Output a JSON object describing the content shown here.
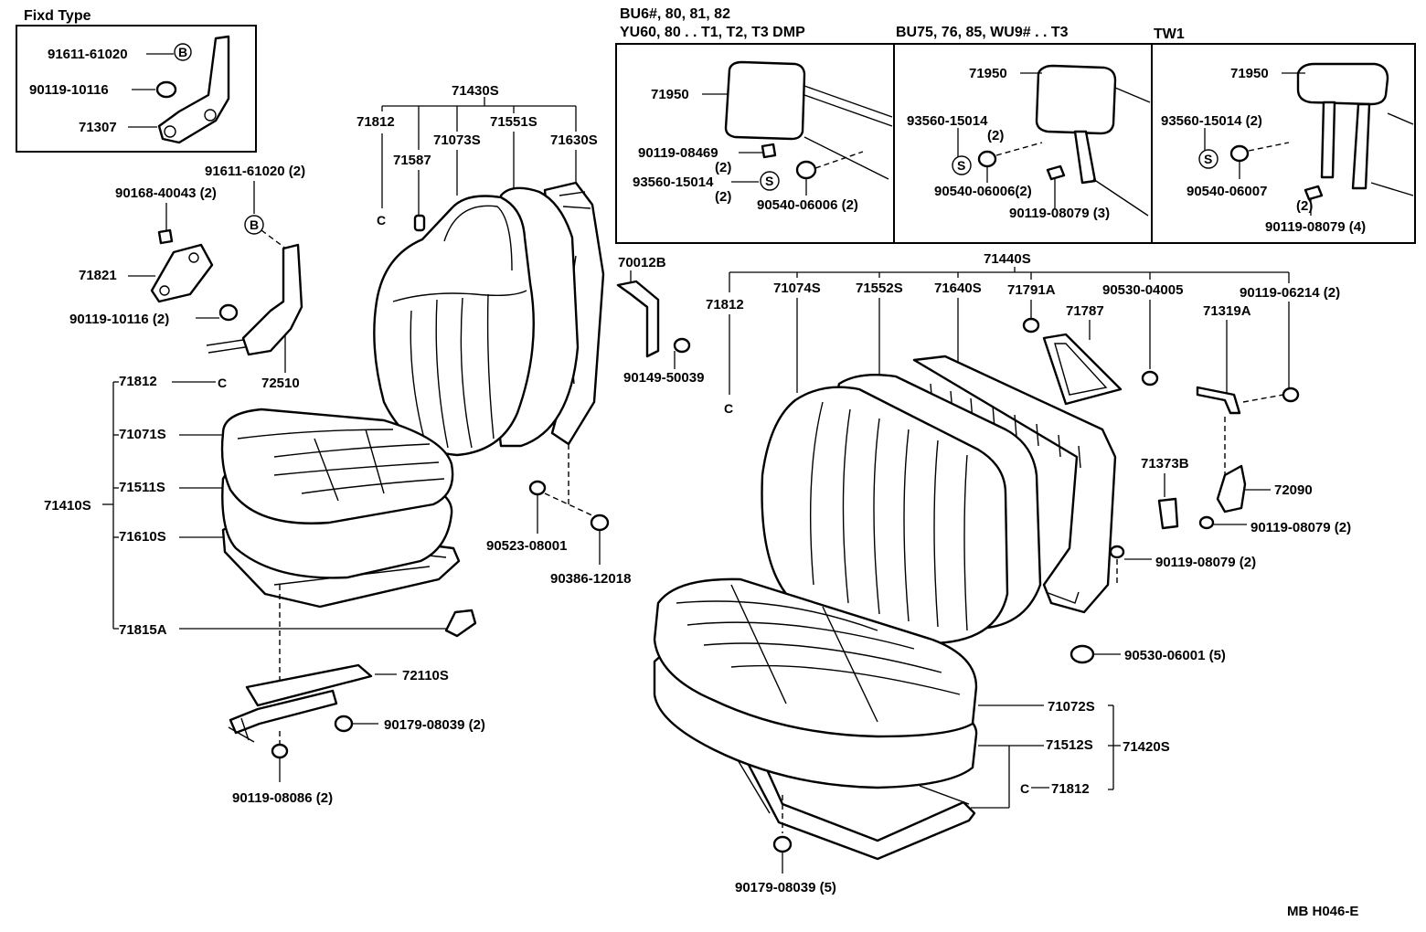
{
  "insets": {
    "fixed_type": {
      "title": "Fixd Type",
      "labels": [
        "91611-61020",
        "90119-10116",
        "71307"
      ]
    },
    "bu6": {
      "title_line1": "BU6#, 80, 81, 82",
      "title_line2": "YU60, 80 . . T1, T2, T3 DMP",
      "labels": [
        "71950",
        "90119-08469",
        "(2)",
        "93560-15014",
        "(2)",
        "90540-06006 (2)"
      ]
    },
    "bu75": {
      "title": "BU75, 76, 85, WU9# . . T3",
      "labels": [
        "71950",
        "93560-15014",
        "(2)",
        "90540-06006(2)",
        "90119-08079 (3)"
      ]
    },
    "tw1": {
      "title": "TW1",
      "labels": [
        "71950",
        "93560-15014 (2)",
        "90540-06007",
        "(2)",
        "90119-08079 (4)"
      ]
    }
  },
  "symbols": {
    "bolt_mark": "B",
    "screw_mark": "S",
    "clip_mark": "C"
  },
  "left_seat": {
    "labels": [
      "91611-61020 (2)",
      "90168-40043 (2)",
      "71821",
      "90119-10116 (2)",
      "72510",
      "71430S",
      "71812",
      "71587",
      "71073S",
      "71551S",
      "71630S",
      "71812",
      "71071S",
      "71511S",
      "71410S",
      "71610S",
      "71815A",
      "70012B",
      "90149-50039",
      "90523-08001",
      "90386-12018",
      "72110S",
      "90179-08039 (2)",
      "90119-08086 (2)"
    ]
  },
  "bench_seat": {
    "labels": [
      "71440S",
      "71812",
      "71074S",
      "71552S",
      "71640S",
      "71791A",
      "90530-04005",
      "90119-06214 (2)",
      "71787",
      "71319A",
      "71373B",
      "72090",
      "90119-08079 (2)",
      "90119-08079 (2)",
      "90530-06001 (5)",
      "71072S",
      "71512S",
      "71420S",
      "71812",
      "90179-08039 (5)"
    ]
  },
  "footer_code": "MB H046-E"
}
